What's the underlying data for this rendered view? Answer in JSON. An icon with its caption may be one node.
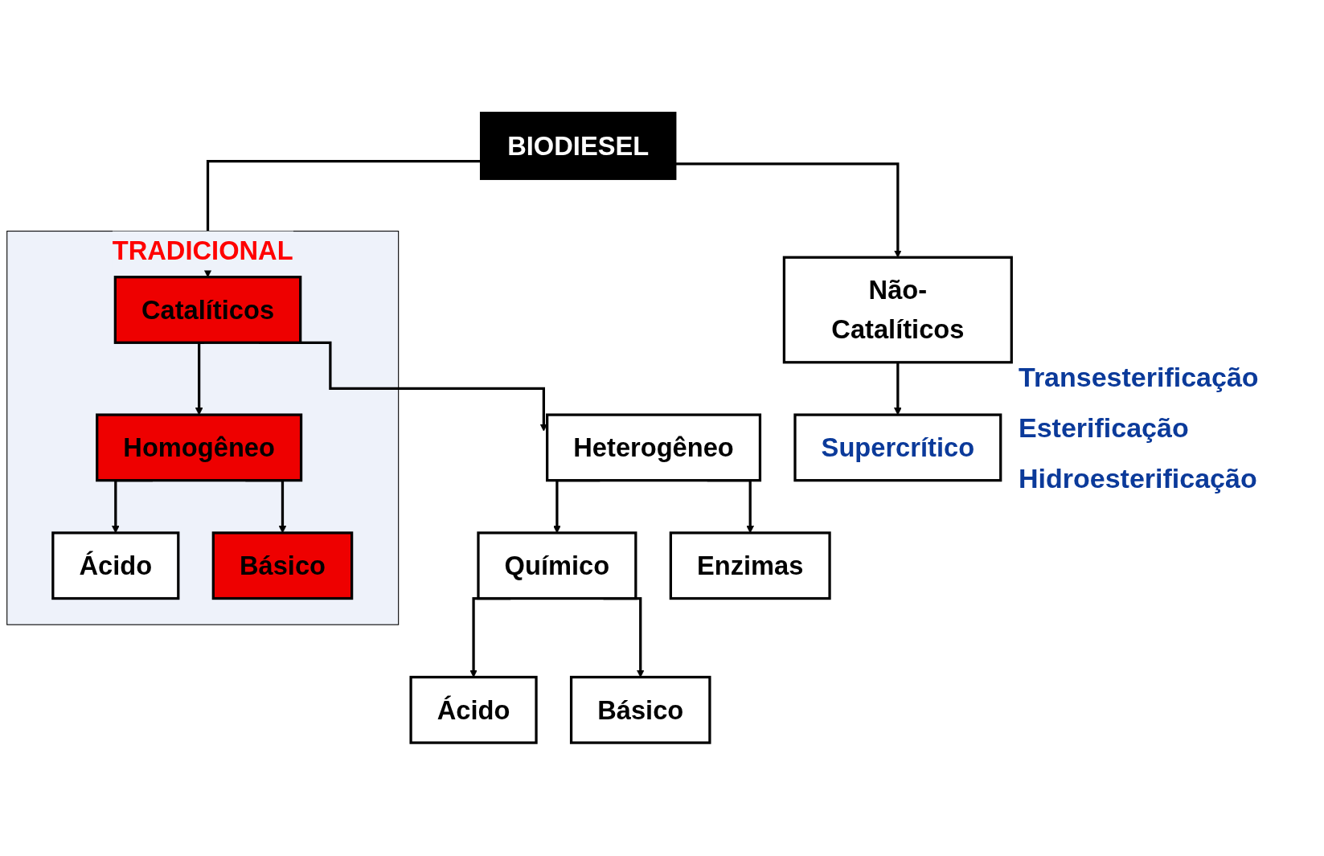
{
  "diagram": {
    "nodes": [
      {
        "text": [
          "TRADICIONAL"
        ]
      },
      {
        "text": [
          "BIODIESEL"
        ]
      },
      {
        "text": [
          "Catalíticos"
        ],
        "in": 0
      },
      {
        "text": [
          "Não-Catalíticos"
        ]
      },
      {
        "text": [
          "Homogêneo"
        ],
        "in": 0
      },
      {
        "text": [
          "Heterogêneo"
        ]
      },
      {
        "text": [
          "Supercrítico"
        ]
      },
      {
        "text": [
          "Ácido"
        ],
        "in": 0
      },
      {
        "text": [
          "Básico"
        ],
        "in": 0
      },
      {
        "text": [
          "Químico"
        ]
      },
      {
        "text": [
          "Enzimas"
        ]
      },
      {
        "text": [
          "Ácido"
        ]
      },
      {
        "text": [
          "Básico"
        ]
      }
    ],
    "edges": [
      {
        "from": 1,
        "to": 2,
        "arrow": "to"
      },
      {
        "from": 1,
        "to": 3,
        "arrow": "to"
      },
      {
        "from": 2,
        "to": 4,
        "arrow": "to"
      },
      {
        "from": 2,
        "to": 5,
        "arrow": "to"
      },
      {
        "from": 3,
        "to": 6,
        "arrow": "to"
      },
      {
        "from": 4,
        "to": 7,
        "arrow": "to"
      },
      {
        "from": 4,
        "to": 8,
        "arrow": "to"
      },
      {
        "from": 5,
        "to": 9,
        "arrow": "to"
      },
      {
        "from": 5,
        "to": 10,
        "arrow": "to"
      },
      {
        "from": 9,
        "to": 11,
        "arrow": "to"
      },
      {
        "from": 9,
        "to": 12,
        "arrow": "to"
      }
    ],
    "labels": [
      "Transesterificação",
      "Esterificação",
      "Hidroesterificação"
    ]
  }
}
